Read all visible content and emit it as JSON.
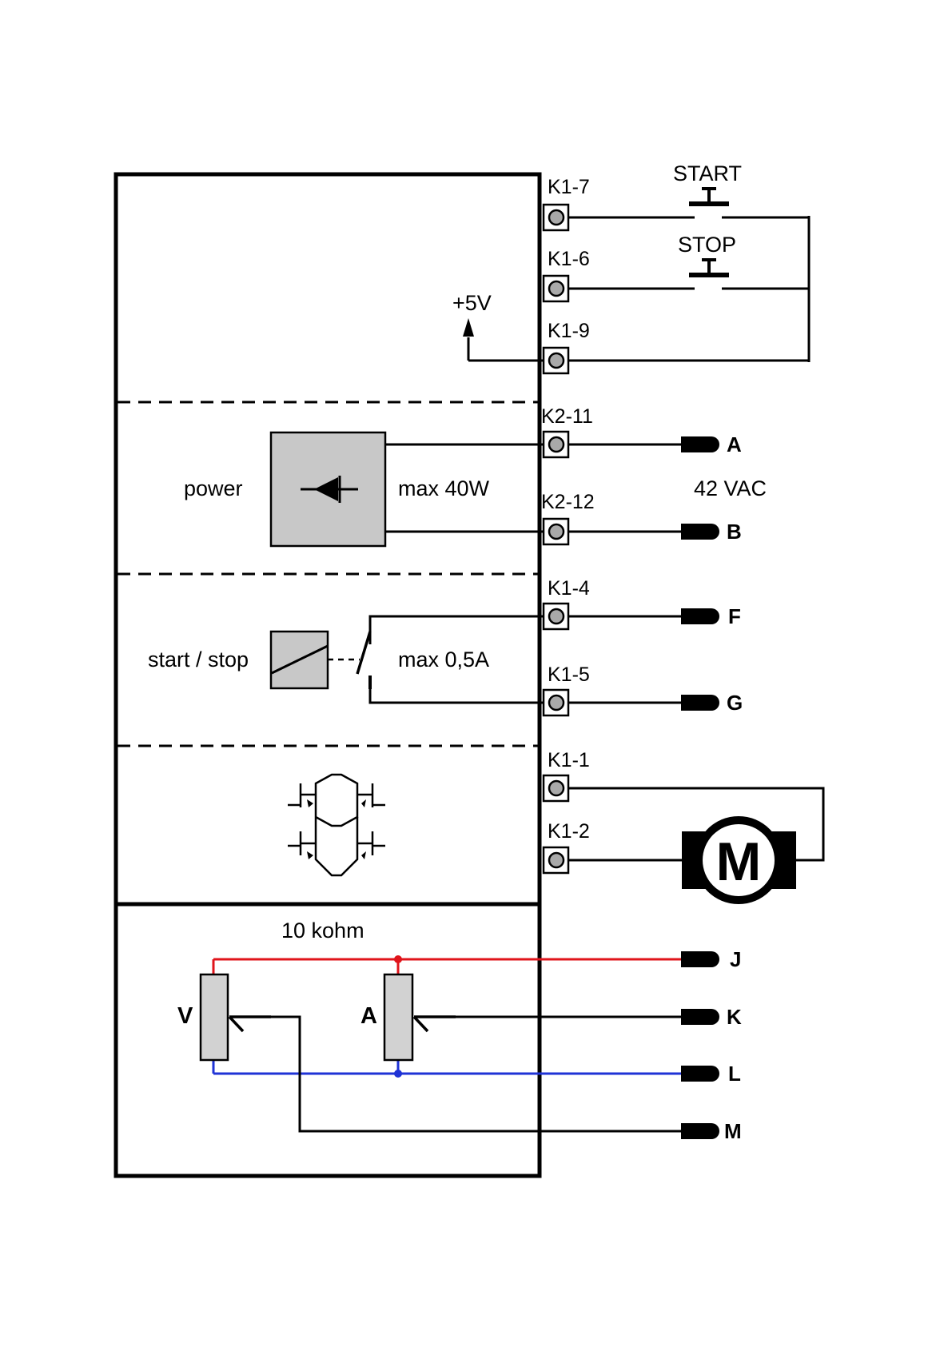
{
  "diagram": {
    "labels": {
      "plus5v": "+5V",
      "power": "power",
      "max_power": "max  40W",
      "start_stop": "start / stop",
      "max_current": "max  0,5A",
      "pot_value": "10 kohm",
      "pot_v": "V",
      "pot_a": "A",
      "vac": "42 VAC",
      "start_button": "START",
      "stop_button": "STOP",
      "motor": "M"
    },
    "terminals": [
      "K1-7",
      "K1-6",
      "K1-9",
      "K2-11",
      "K2-12",
      "K1-4",
      "K1-5",
      "K1-1",
      "K1-2"
    ],
    "connectors": [
      "A",
      "B",
      "F",
      "G",
      "J",
      "K",
      "L",
      "M"
    ],
    "colors": {
      "line": "#000000",
      "red_wire": "#e0141b",
      "blue_wire": "#1f33d6",
      "terminal_fill": "#a9a9a9",
      "block_fill": "#c8c8c8",
      "pot_fill": "#d2d2d2"
    }
  }
}
